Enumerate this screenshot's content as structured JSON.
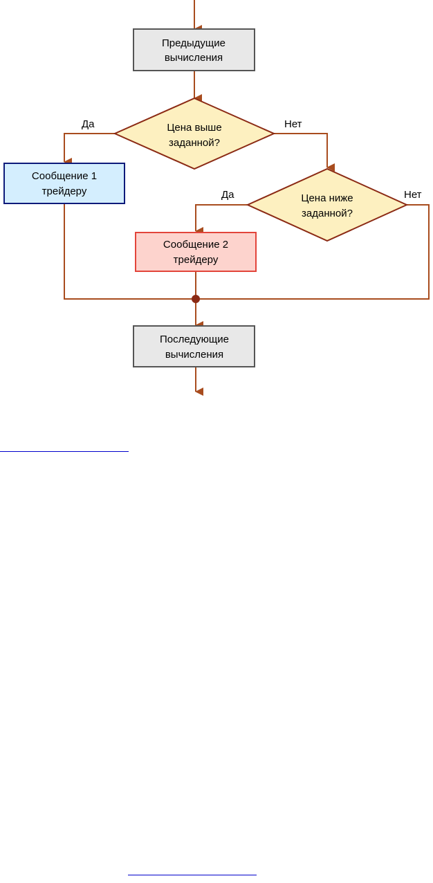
{
  "flowchart": {
    "colors": {
      "line": "#a84c1e",
      "process_fill": "#e8e8e8",
      "process_stroke": "#555555",
      "decision_fill": "#fdf0c0",
      "decision_stroke": "#8b2a14",
      "message1_fill": "#d4eefe",
      "message1_stroke": "#0d1a7a",
      "message2_fill": "#fdd3cd",
      "message2_stroke": "#e2443a"
    },
    "nodes": {
      "previous": {
        "line1": "Предыдущие",
        "line2": "вычисления"
      },
      "decision_above": {
        "line1": "Цена выше",
        "line2": "заданной?"
      },
      "message1": {
        "line1": "Сообщение 1",
        "line2": "трейдеру"
      },
      "decision_below": {
        "line1": "Цена ниже",
        "line2": "заданной?"
      },
      "message2": {
        "line1": "Сообщение 2",
        "line2": "трейдеру"
      },
      "next": {
        "line1": "Последующие",
        "line2": "вычисления"
      }
    },
    "edge_labels": {
      "above_yes": "Да",
      "above_no": "Нет",
      "below_yes": "Да",
      "below_no": "Нет"
    }
  }
}
